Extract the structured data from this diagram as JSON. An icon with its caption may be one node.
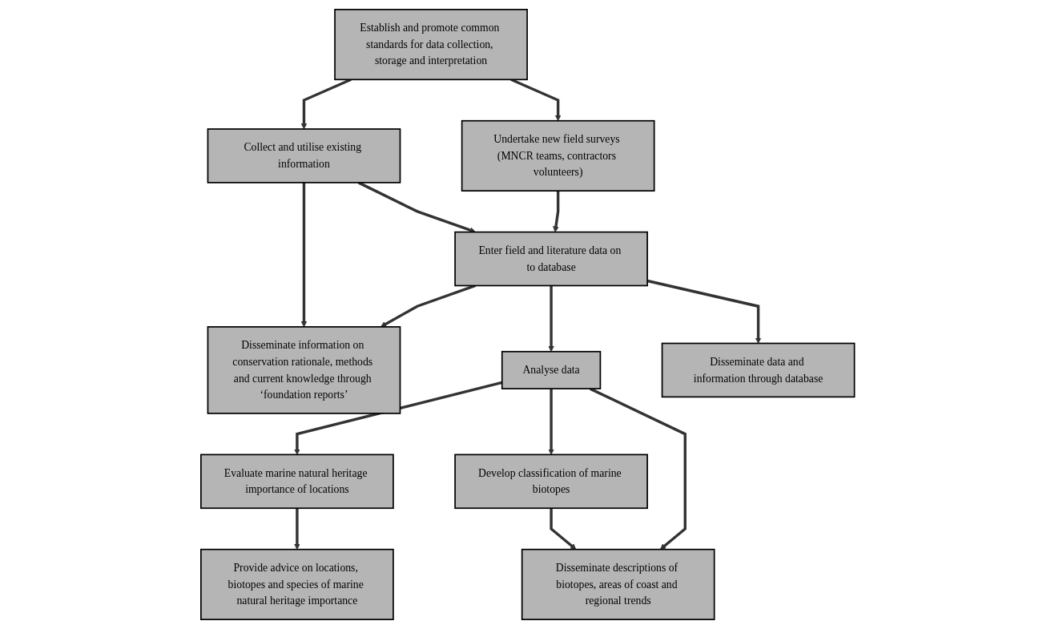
{
  "diagram": {
    "nodes": [
      {
        "text": [
          "Collect and utilise existing information"
        ]
      },
      {
        "text": [
          "Establish and promote common standards for data collection, storage and interpretation"
        ]
      },
      {
        "text": [
          "Undertake new field surveys (MNCR teams, contractors volunteers)"
        ]
      },
      {
        "text": [
          "Disseminate information on conservation rationale, methods and current knowledge through ‘foundation reports’"
        ]
      },
      {
        "text": [
          "Enter field and literature data on to database"
        ]
      },
      {
        "text": [
          "Disseminate data and information through database"
        ]
      },
      {
        "text": [
          "Evaluate marine natural heritage importance of locations"
        ]
      },
      {
        "text": [
          "Analyse data"
        ]
      },
      {
        "text": [
          "Develop classification of marine biotopes"
        ]
      },
      {
        "text": [
          "Provide advice on locations, biotopes and species of marine natural heritage importance"
        ]
      },
      {
        "text": [
          "Disseminate descriptions of biotopes, areas of coast and regional trends"
        ]
      }
    ],
    "edges": [
      {
        "from": 1,
        "to": 0,
        "arrow": "to"
      },
      {
        "from": 1,
        "to": 2,
        "arrow": "to"
      },
      {
        "from": 0,
        "to": 3,
        "arrow": "to"
      },
      {
        "from": 0,
        "to": 4,
        "arrow": "to"
      },
      {
        "from": 2,
        "to": 4,
        "arrow": "to"
      },
      {
        "from": 4,
        "to": 3,
        "arrow": "to"
      },
      {
        "from": 4,
        "to": 7,
        "arrow": "to"
      },
      {
        "from": 4,
        "to": 5,
        "arrow": "to"
      },
      {
        "from": 7,
        "to": 6,
        "arrow": "to"
      },
      {
        "from": 7,
        "to": 8,
        "arrow": "to"
      },
      {
        "from": 6,
        "to": 9,
        "arrow": "to"
      },
      {
        "from": 8,
        "to": 10,
        "arrow": "to"
      },
      {
        "from": 7,
        "to": 10,
        "arrow": "to"
      }
    ]
  }
}
